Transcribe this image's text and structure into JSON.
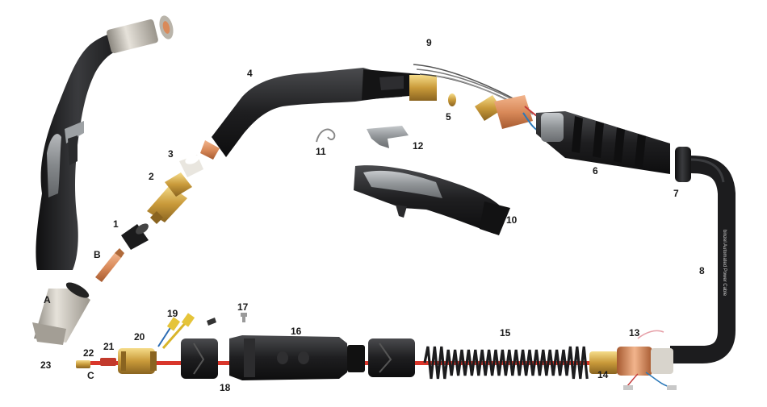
{
  "labels": {
    "n1": "1",
    "n2": "2",
    "n3": "3",
    "n4": "4",
    "n5": "5",
    "n6": "6",
    "n7": "7",
    "n8": "8",
    "n9": "9",
    "n10": "10",
    "n11": "11",
    "n12": "12",
    "n13": "13",
    "n14": "14",
    "n15": "15",
    "n16": "16",
    "n17": "17",
    "n18": "18",
    "n19": "19",
    "n20": "20",
    "n21": "21",
    "n22": "22",
    "n23": "23",
    "A": "A",
    "B": "B",
    "C": "C"
  },
  "cable_print": "binzel  Automated Power Cable",
  "colors": {
    "black_plastic": "#1e1e20",
    "grey_plastic": "#8f9396",
    "copper": "#d98a5a",
    "brass": "#c99a3a",
    "liner_red": "#d9362b",
    "silver": "#c9c4bc"
  }
}
